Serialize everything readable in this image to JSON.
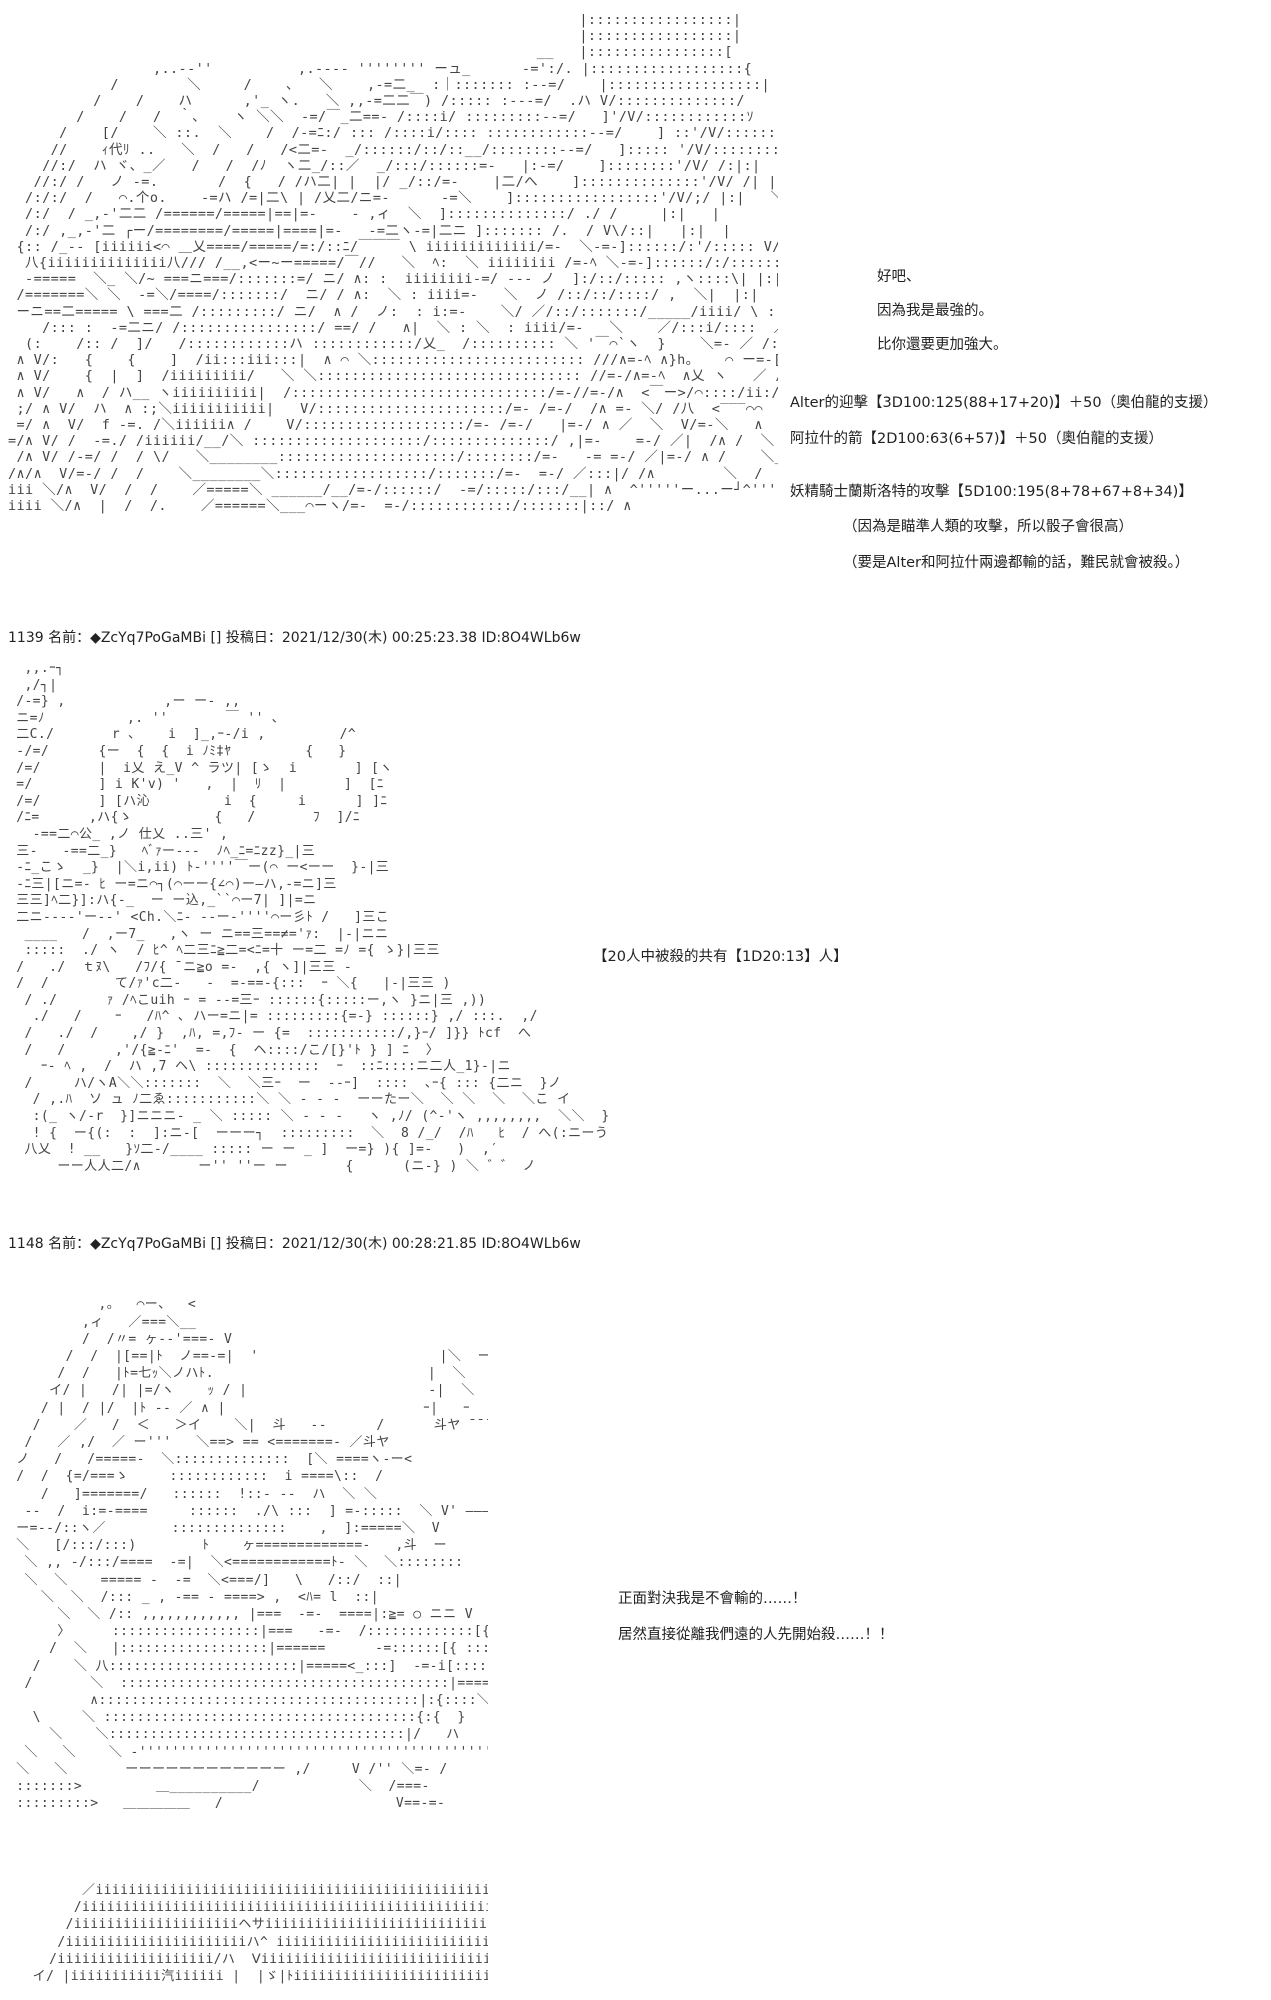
{
  "post1": {
    "art": "                                                                   |:::::::::::::::::|\n                                                                   |:::::::::::::::::|\n                                                              __   |::::::::::::::::[\n                 ,..-‐''          ,.---‐ '''''''' ーュ_      ‐=':/. |::::::::::::::::::{\n            /        ＼     /    ､   ＼    ,-=二_  :｜::::::: :--=/    |::::::::::::::::::|\n          /    /    ハ      ,'_ ヽ.   ＼ ,,-=二二￣) /::::: :---=/  .ハ V/::::::::::::::/\n        /    /   /  ｀､    ヽ ＼＼  ‐=/￣_二==‐ /::::i/ :::::::::--=/   ]'/V/::::::::::::ｿ\n      /    [/    ＼ ::.  ＼    /  /-=ﾆ:/ ::: /::::i/:::: ::::::::::::--=/    ] ::'/V/:::::::::::::|\n     //    ｨ代ﾘ ..   ＼  /   /   /<二=-  _/::::::/::/::__/::::::::--=/   ]::::: '/V/:::::::::|:|\n    //:/  ハ ヾ、_／   /   /  /ﾉ  ヽ二_/::／  _/:::/::::::=-   |:-=/    ]::::::::'/V/ /:|:|  |\n   //:/ /   ノ -=.       /  {   / /ハ二| |  |/ _/::/=-    |二/へ    ]::::::::::::::'/V/ /| |:|  へ\n  /:/:/  /   ⌒.个o.    -=ハ /=|二\\ | /乂二/ニ=-      -=＼    ]:::::::::::::::::'/V/;/ |:|   ＼\n  /:/  / _,-'二二 /======/=====|==|=-    - ,ィ  ＼  ]::::::::::::::/ ./ /     |:|   |\n  /:/ ,_,-'二 ┌ー/========/=====|====|=-   -=二ヽ-=|二ニ ]::::::: /.  / V\\/::|   |:|  |\n {:: /_-- [iiiiii<⌒ ＿乂====/=====/=:/::ﾆ/￣￣￣ \\ iiiiiiiiiiiii/=-  ＼-=-]::::::/:'/::::: V/\\::|  |:|  |\n  八{iiiiiiiiiiiiii八/// /__,<ー~ー=====/￣//   ＼  ﾍ:  ＼ iiiiiiii /=-ﾍ ＼-=-]::::::/:/::::::  ＼|  |:|  |\n  -=====  ＼_ ＼/~ ===ニ===/:::::::=/ ニ/ ∧: :  iiiiiiii-=/ --- ノ  ]:/::/::::: ,ヽ::::\\| |:|  |\n /=======＼ ＼  -=＼/====/:::::::/  ニ/ / ∧:  ＼ : iiii=-   ＼  ノ /::/::/::::/ ,  ＼|  |:|\n ーニ==二===== \\ ===二 /:::::::::/ ニ/  ∧ /  ノ:  : i:=-    ＼/ ／/::/:::::::/_____/iiii/ \\ :|\n    /::: :  -=二ニ/ /::::::::::::::::/ ==/ /   ∧|  ＼ : ＼  : iiii/=-   ＼    ／/:::i/::::  ／ ::::::: ::V\\|\n  (:    /:: /  ]/   /::::::::::::ハ ::::::::::::/乂_  /:::::::::: ＼ '￣⌒`ヽ  }    ＼=- ／ /::i/=-/⌒ \\ ┌  V/ |:=-\n ∧ V/:   {    {    ]  /ii:::iii:::|  ∧ ⌒ ＼::::::::::::::::::::::::: ///∧=-ﾍ ∧}h。   ⌒ ー=-[__ノ  乂_ /   ヽ |:=-\n ∧ V/    {  |  ]  /iiiiiiiii/   ＼ ＼::::::::::::::::::::::::::::::: //=-/∧=-ﾍ  ∧乂 ヽ   ／ /ii:/=-_(⌒⌒)‐< ) |:=-\n ∧ V/   ∧  / ハ__ ヽiiiiiiiiii|  /::::::::::::::::::::::::::::::/=-//=-/∧  <￣ー>/⌒::::/ii:/=-ヽ(    )ノ |:=-\n ;/ ∧ V/  ハ  ∧ :;＼iiiiiiiiiii|   V/::::::::::::::::::::::/=- /=-/  /∧ =- ＼/ /八  <‾‾‾⌒⌒  〜 ゛  八=-L\n =/ ∧  V/  f -=. /＼iiiiii∧ /    V/:::::::::::::::::::/=- /=-/   |=-/ ∧ ／  ＼  V/=-＼   ∧  /⌒＼  八=-L\n=/∧ V/ /  -=./ /iiiiii/__/＼ ::::::::::::::::::::/::::::::::::::/ ,|=-    =-/ ／|  /∧ /  ＼  /       \\/\n /∧ V/ /-=/ /  / \\/   ＼________:::::::::::::::::::::/::::::::/=-   -= =-/ ／|=-/ ∧ /    ＼_/＼_/\n/∧/∧  V/=-/ /  /    ＼________＼::::::::::::::::::/:::::::/=-  =-/ ／:::|/ /∧        ＼  /\niii ＼/∧  V/  /  /    ／=====＼ ______/__/=-/::::::/  -=/:::::/:::/__| ∧  ^'''''ー...ー┘^'''\niiii ＼/∧  |  /  /.    ／======＼___⌒ーヽ/=-  =-/::::::::::::/:::::::|::/ ∧\n",
    "dialogue": [
      "好吧、",
      "因為我是最強的。",
      "比你還要更加強大。",
      "Alter的迎擊【3D100:125(88+17+20)】＋50（奧伯龍的支援）",
      "阿拉什的箭【2D100:63(6+57)】＋50（奧伯龍的支援）",
      "妖精騎士蘭斯洛特的攻擊【5D100:195(8+78+67+8+34)】",
      "（因為是瞄準人類的攻擊，所以骰子會很高）",
      "（要是Alter和阿拉什兩邊都輸的話，難民就會被殺。）"
    ]
  },
  "post2": {
    "header": "1139 名前：◆ZcYq7PoGaMBi [] 投稿日：2021/12/30(木) 00:25:23.38 ID:8O4WLb6w",
    "art": "  ,,.ｰ┐\n  ,/┐|\n /-=} ,            ,ー ー- ,,\n ニ=ﾉ          ,. ''       ￣ '' ､\n 二C./       r ､    i  ]_,ｰ-/i ,         /^\n -/=/      {ー  {  {  i ﾉﾐ‡ﾔ         {   }\n /=/       |  i乂 え_V ^ ラツ| [ゝ  i       ] [ヽ\n =/        ] i K'v) '   ,  |  ﾘ  |       ]  [ﾆ\n /=/       ] [ハ沁         i  {     i      ] ]ﾆ\n /ﾆ=      ,ハ{ゝ          {   /       ﾌ  ]/ﾆ\n   -==二⌒公_ ,ノ 仕乂 ..三' ,\n 三-   -==二_}   ﾍﾞｧー‐‐‐  ﾉﾍ_ﾆ=ﾆzz}_|三\n -ﾆ_こゝ  _}  |＼i,ii) ﾄ‐''''￣ー(⌒ ー<ーー  }-|三\n -ﾆ三|[ニ=- ﾋ ー=ニ⌒┐(⌒ーー{∠⌒)ー―ハ,-=ニ]三\n 三三]ﾍ二}]:ハ{-_  ー ー込,_``⌒ー7| ]|=ニ\n 二ニ---‐'ー‐‐' <Ch.＼ﾆ- --ー‐''''⌒ー彡ﾄ /   ]三こ\n  ____   /  ,ー7_   ,ヽ ー ニ==三==≠='ｧ:  |-|ニニ\n  :::::  ./ ヽ  / ﾋ^ ﾍ二三ﾆ≧二=<ﾆ=十 ー=二 =ﾉ ={ ゝ}|三三\n /   ./  ｔﾇ\\   /ﾌ/{ ̄ ニ≧o =-  ,{ ヽ]|三三 -\n /  /        て/ｧ'c二-   -  =-==‐{:::  ｰ ＼{   |-|三三 )\n  / ./      ｧ /ﾍこuih ｰ = --=三ｰ ::::::{:::::ー,ヽ }ニ|三 ,))\n   ./   /    ｰ   /ﾊ^ ､ ハー=ニ|= :::::::::{=-} ::::::} ,/ :::.  ,/\n  /   ./  /    ,/ }  ,ﾊ, =,ﾌ- ー {=  :::::::::::/,}ｰ/ ]}} ﾄcf  へ\n  /   /      ,'/{≧-ﾆ'  =-  {  ヘ::::/こ/[}'ﾄ } ] ﾆ  〉\n    ｰ- ﾍ ,  /  ハ ,7 ヘ\\ ::::::::::::::  ｰ  ::ﾆ::::ニ二人_1}-|ニ\n  /     ハ/ヽA＼＼:::::::  ＼  ＼三ｰ  ー  --ｰ]  ::::  ､ｰ{ ::: {二ニ  }ノ\n   / ,.ﾊ  ソ ュ ﾉ二ゑ:::::::::::＼ ＼ - - -  ーーたー＼  ＼ ＼  ＼  ＼こ イ\n   :(_ ヽ/-r  }]ニニニ- _ ＼ ::::: ＼ - - -   ヽ ,ﾉ/ (^-'ヽ ,,,,,,,,  ＼＼  }}\n   ! {  ー{(:  :  ]:ニ-[  ーーー┐  :::::::::  ＼  8 /_/  /ﾊ   ﾋ  / へ(:ニーう\n  八乂  ! __   }ｿ二-/____ ::::: ー ー _ ]  ー=} ){ ]=-   )  ,′\n      ーー人人二/∧       ー'' ''ー ー       {      (ニ-} ) ＼ ゛゛ ノ\n",
    "dialogue": [
      "【20人中被殺的共有【1D20:13】人】"
    ]
  },
  "post3": {
    "header": "1148 名前：◆ZcYq7PoGaMBi [] 投稿日：2021/12/30(木) 00:28:21.85 ID:8O4WLb6w",
    "art": "                                                                               ー\n                                                                             ー\n           ,。  ⌒ー、  <                                                  ーー\n         ,ィ   ／===＼__                                               ー\n         /  /〃= ヶ‐‐'===- V\n       /  /  |[==|ﾄ  ノ==-=|  '                      |＼  ー\n      /  /   |ﾄ=七ｯ＼ノハﾄ.                          |  ＼\n     イ/ |   /| |=/ヽ    ｯ / |                      -|  ＼\n    / |  / |/  |ﾄ -- ／ ∧ |                        ｰ|   ｰ\n   /    ／   /  ＜   ＞イ    ＼|  斗   --      /      斗ヤ ̄ ̄ ̄\n  /   ／ ,/  ／ ー'''   ＼==> == <=======- ／斗ヤ\n ノ   /   /=====-  ＼::::::::::::::  [＼ ====ヽ-ー<\n /  /  {=/===ゝ     ::::::::::::  i ====\\::  /\n    /   ]=======/   ::::::  !::- --  ハ  ＼ ＼\n  --  /  i:=-====     ::::::  ./\\ :::  ] =-:::::  ＼ V' ―――――――――\n ー=--/::ヽ／        ::::::::::::::    ,  ]:=====＼  V\n ＼   [/:::/:::)        ﾄ    ヶ=============-   ,斗  ー\n  ＼ ,, ‐/:::/====  -=|  ＼<============ﾄ- ＼  ＼::::::::\n  ＼  ＼    ===== -  -=  ＼<===/]   \\   /::/  ::|\n    ＼  ＼  /::: _ , -== - ====> ,  <ﾊ= l  ::|\n      ＼  ＼ /:: ,,,,,,,,,,,, |===  -=-  ====|:≧= ○ ニニ V\n      〉     ::::::::::::::::::|===   -=-  /:::::::::::::[{  ＼  V\n     /  ＼   |::::::::::::::::::|======      -=::::::[{ :::: ＼  <:::::::\n   /    ＼ 八:::::::::::::::::::::::|=====<_:::]  -=-i[::::  /   ニ:::::::\n  /       ＼  ::::::::::::::::::::::::::::::::::::::::|====7  :  -=-  /  {:::::\n          ∧:::::::::::::::::::::::::::::::::::::::|:{::::＼ -=- /  -=-   |::::::\n   \\     ＼ ::::::::::::::::::::::::::::::::::::::{:{  }    -=-  /  ﾞ:. |   -=- -\n     ＼    ＼::::::::::::::::::::::::::::::::::::|/   ハ    ]===- /=-   -=\n  ＼   ＼    ＼ -'''''''''''''''''''''''''''''''''''''''''''''  /   V  /\\===-  ＼＼\n ＼   ＼       ーーーーーーーーーーーー ,/     V /'' ＼=- /\n :::::::>         ＿__________/            ＼  /===-\n :::::::::>   ＿＿＿＿＿   /                     V==-=-\n",
    "art2": "         ／iiiiiiiiiiiiiiiiiiiiiiiiiiiiiiiiiiiiiiiiiiiiiiiiiiiiiiiiiiii＼\n        /iiiiiiiiiiiiiiiiiiiiiiiiiiiiiiiiiiiiiiiiiiiiiiiiiiiiiiiiiiii卜\n       /iiiiiiiiiiiiiiiiiiiiヘサiiiiiiiiiiiiiiiiiiiiiiiiiiiiiiiiiiii＼\n      /iiiiiiiiiiiiiiiiiiiiiiハ^ iiiiiiiiiiiiiiiiiiiiiiiiiiiiiiiiiiii＼\n     /iiiiiiiiiiiiiiiiiii/ハ  Ⅴiiiiiiiiiiiiiiiiiiiiiiiiiiiiiiiii＼\n   イ/ |iiiiiiiiiii汽iiiiii |  |ゞ|ﾄiiiiiiiiiiiiiiiiiiiiiiiiiiiii八斗\n",
    "dialogue": [
      "正面對決我是不會輸的……！",
      "居然直接從離我們遠的人先開始殺……！！"
    ]
  }
}
